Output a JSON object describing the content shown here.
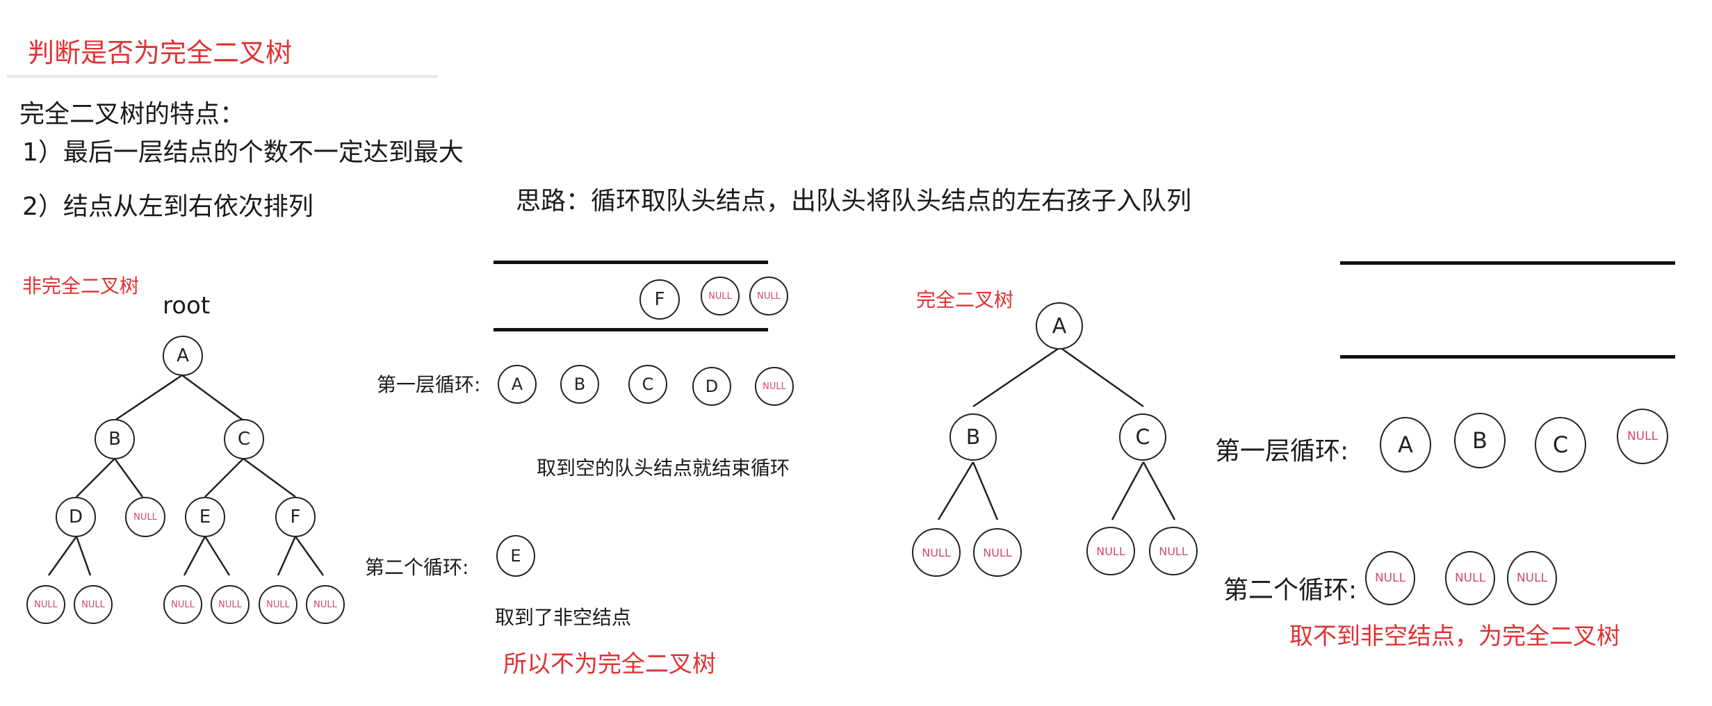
{
  "page": {
    "title": "判断是否为完全二叉树",
    "features_heading": "完全二叉树的特点：",
    "feature_1": "1）最后一层结点的个数不一定达到最大",
    "feature_2": "2）结点从左到右依次排列",
    "idea": "思路：循环取队头结点，出队头将队头结点的左右孩子入队列"
  },
  "left_example": {
    "label": "非完全二叉树",
    "root_label": "root",
    "nodes": {
      "A": "A",
      "B": "B",
      "C": "C",
      "D": "D",
      "E": "E",
      "F": "F",
      "null": "NULL"
    },
    "queue": [
      "F",
      "NULL",
      "NULL"
    ],
    "loop1_label": "第一层循环:",
    "loop1_nodes": [
      "A",
      "B",
      "C",
      "D",
      "NULL"
    ],
    "note1": "取到空的队头结点就结束循环",
    "loop2_label": "第二个循环:",
    "loop2_nodes": [
      "E"
    ],
    "note2": "取到了非空结点",
    "conclusion": "所以不为完全二叉树"
  },
  "right_example": {
    "label": "完全二叉树",
    "nodes": {
      "A": "A",
      "B": "B",
      "C": "C",
      "null": "NULL"
    },
    "loop1_label": "第一层循环:",
    "loop1_nodes": [
      "A",
      "B",
      "C",
      "NULL"
    ],
    "loop2_label": "第二个循环:",
    "loop2_nodes": [
      "NULL",
      "NULL",
      "NULL"
    ],
    "conclusion": "取不到非空结点，为完全二叉树"
  },
  "colors": {
    "accent_red": "#e03131",
    "null_text": "#d04a6a",
    "stroke": "#222222"
  }
}
